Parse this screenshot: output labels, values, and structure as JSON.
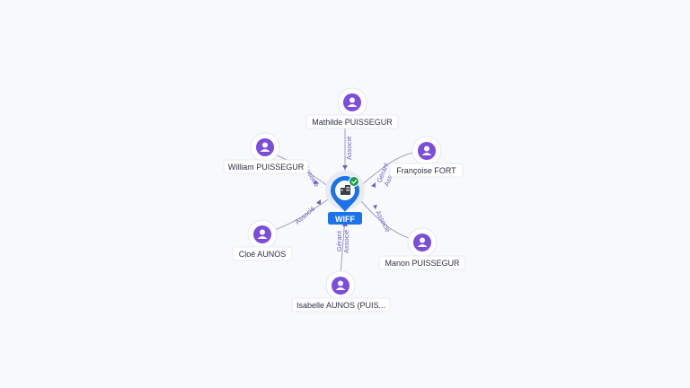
{
  "company": {
    "name": "WIFF",
    "icon": "building-icon",
    "status_icon": "check-icon",
    "colors": {
      "pin": "#1a73e8",
      "status": "#1e9e54"
    }
  },
  "people": [
    {
      "id": "mathilde",
      "name": "Mathilde PUISSEGUR",
      "roles": [
        "Associé"
      ]
    },
    {
      "id": "francoise",
      "name": "Françoise FORT",
      "roles": [
        "Gérant",
        "Asso"
      ]
    },
    {
      "id": "manon",
      "name": "Manon PUISSEGUR",
      "roles": [
        "Associé"
      ]
    },
    {
      "id": "isabelle",
      "name": "Isabelle AUNOS (PUIS...",
      "roles": [
        "Gérant",
        "Associé"
      ]
    },
    {
      "id": "cloe",
      "name": "Cloé AUNOS",
      "roles": [
        "Associé"
      ]
    },
    {
      "id": "william",
      "name": "William PUISSEGUR",
      "roles": [
        "Associé"
      ]
    }
  ],
  "person_icon": "person-icon",
  "colors": {
    "person": "#7c4ddb",
    "edge_label": "#6f5fc7",
    "edge": "#9aa3b8"
  }
}
